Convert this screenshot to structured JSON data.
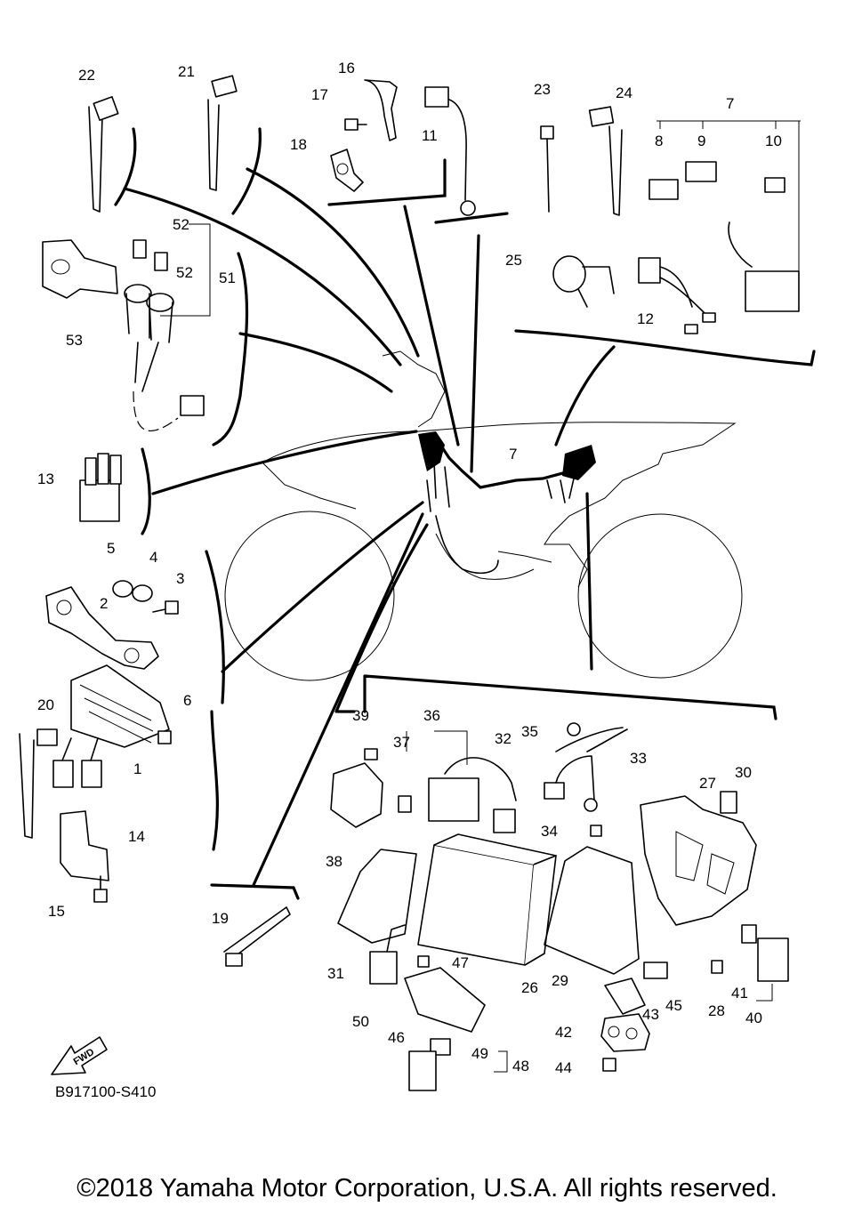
{
  "diagram": {
    "drawing_code": "B917100-S410",
    "copyright": "©2018 Yamaha Motor Corporation, U.S.A. All rights reserved.",
    "fwd_label": "FWD",
    "callouts": {
      "c1": "1",
      "c2": "2",
      "c3": "3",
      "c4": "4",
      "c5": "5",
      "c6": "6",
      "c7": "7",
      "c7b": "7",
      "c8": "8",
      "c9": "9",
      "c10": "10",
      "c11": "11",
      "c12": "12",
      "c13": "13",
      "c14": "14",
      "c15": "15",
      "c16": "16",
      "c17": "17",
      "c18": "18",
      "c19": "19",
      "c20": "20",
      "c21": "21",
      "c22": "22",
      "c23": "23",
      "c24": "24",
      "c25": "25",
      "c26": "26",
      "c27": "27",
      "c28": "28",
      "c29": "29",
      "c30": "30",
      "c31": "31",
      "c32": "32",
      "c33": "33",
      "c34": "34",
      "c35": "35",
      "c36": "36",
      "c37": "37",
      "c38": "38",
      "c39": "39",
      "c40": "40",
      "c41": "41",
      "c42": "42",
      "c43": "43",
      "c44": "44",
      "c45": "45",
      "c46": "46",
      "c47": "47",
      "c48": "48",
      "c49": "49",
      "c50": "50",
      "c51": "51",
      "c52a": "52",
      "c52b": "52",
      "c53": "53"
    }
  }
}
